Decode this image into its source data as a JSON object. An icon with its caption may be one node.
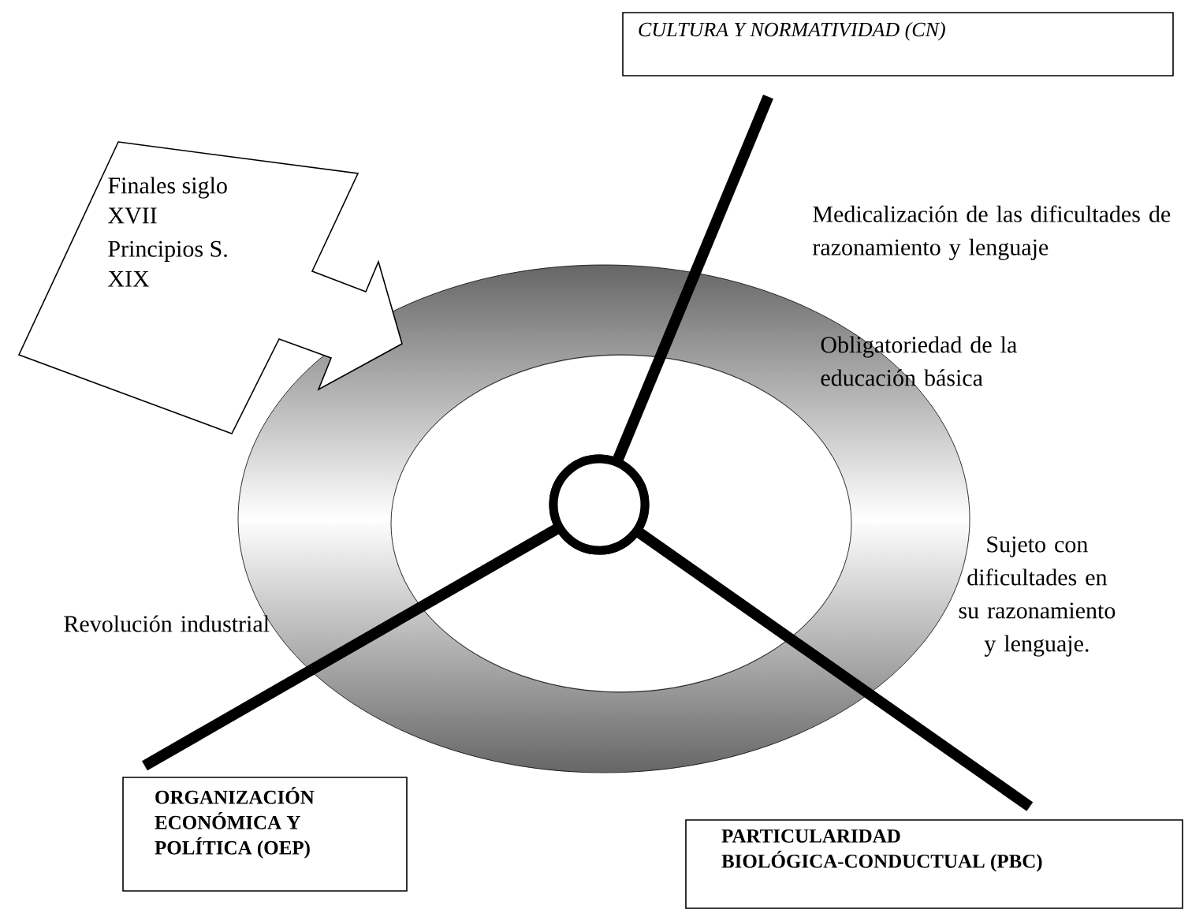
{
  "diagram": {
    "nodes": [
      {
        "text": [
          "CULTURA  Y NORMATIVIDAD (CN)"
        ]
      },
      {
        "text": [
          "Finales siglo XVII",
          "Principios S. XIX"
        ]
      },
      {
        "text": [],
        "shape": "circle"
      },
      {
        "text": [
          "ORGANIZACIÓN ECONÓMICA Y POLÍTICA (OEP)"
        ]
      },
      {
        "text": [
          "PARTICULARIDAD BIOLÓGICA-CONDUCTUAL (PBC)"
        ]
      }
    ],
    "edges": [
      {
        "from": 2,
        "to": 0,
        "arrow": "none"
      },
      {
        "from": 2,
        "to": 3,
        "arrow": "none"
      },
      {
        "from": 2,
        "to": 4,
        "arrow": "none"
      }
    ],
    "labels": [
      "Medicalización de las dificultades de razonamiento y lenguaje",
      "Obligatoriedad de la educación básica",
      "Revolución industrial",
      "Sujeto con dificultades en su razonamiento y lenguaje."
    ]
  }
}
